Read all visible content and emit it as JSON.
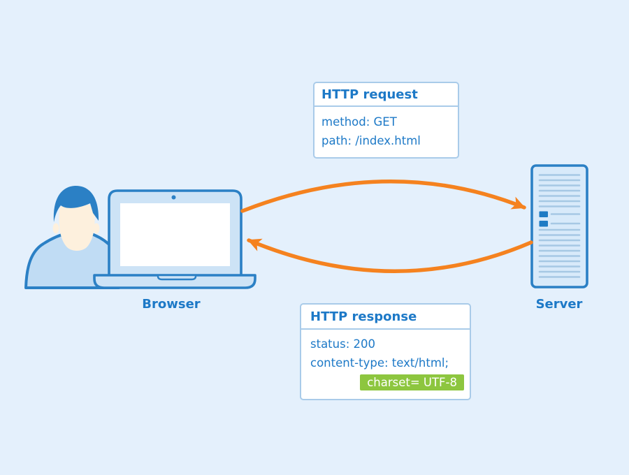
{
  "colors": {
    "background": "#e4f0fc",
    "box-bg": "#ffffff",
    "box-border": "#a9cbe9",
    "text-blue": "#1d79c7",
    "outline": "#2b80c5",
    "device-fill": "#cde3f6",
    "server-fill": "#d8eafa",
    "server-line": "#a6c8e4",
    "screen": "#ffffff",
    "skin": "#fdf0dd",
    "shirt": "#c0dcf4",
    "led": "#1e7bc4",
    "orange": "#f5821f",
    "green": "#8dc63f"
  },
  "request_box": {
    "title": "HTTP request",
    "lines": [
      "method: GET",
      "path: /index.html"
    ]
  },
  "response_box": {
    "title": "HTTP response",
    "lines": [
      "status: 200",
      "content-type: text/html;"
    ],
    "highlight": "charset= UTF-8"
  },
  "labels": {
    "browser": "Browser",
    "server": "Server"
  }
}
